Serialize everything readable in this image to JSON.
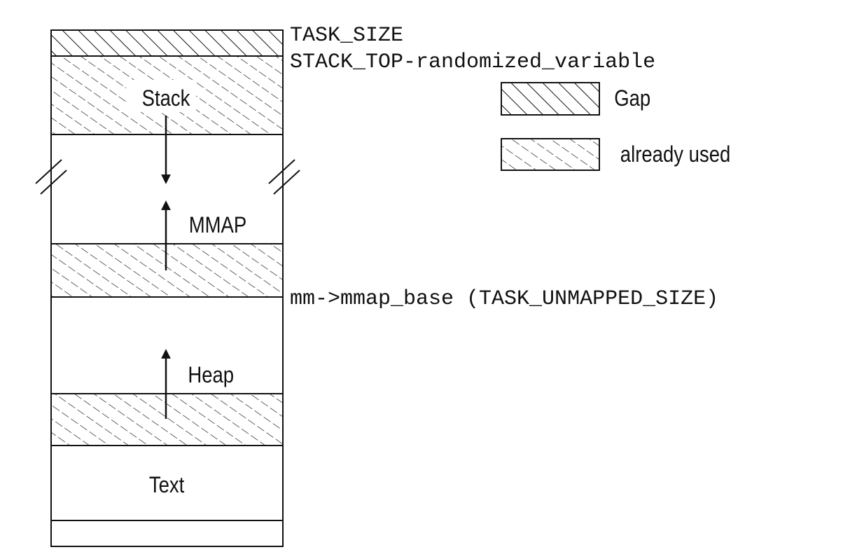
{
  "colors": {
    "ink": "#111111",
    "background": "#ffffff"
  },
  "regions": {
    "stack": "Stack",
    "mmap": "MMAP",
    "heap": "Heap",
    "text": "Text"
  },
  "boundaries": {
    "task_size": "TASK_SIZE",
    "stack_top": "STACK_TOP-randomized_variable",
    "mmap_base": "mm->mmap_base (TASK_UNMAPPED_SIZE)"
  },
  "legend": {
    "gap": "Gap",
    "used": "already used"
  }
}
